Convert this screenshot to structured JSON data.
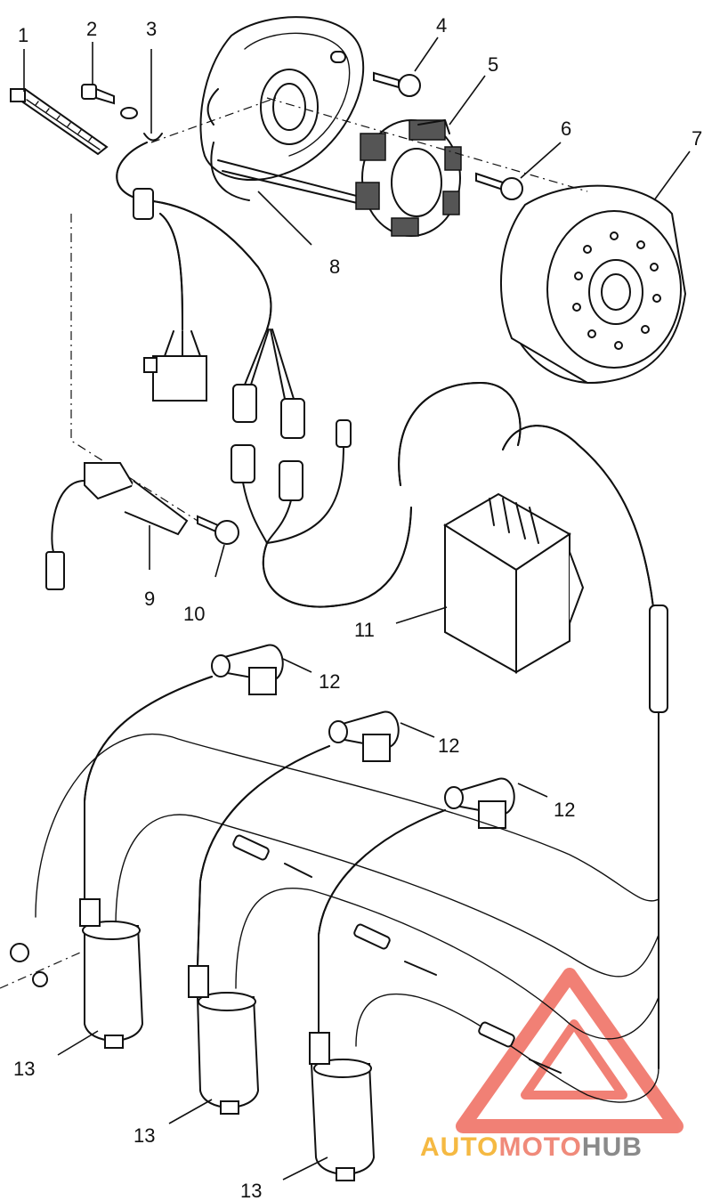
{
  "callouts": {
    "c1": "1",
    "c2": "2",
    "c3": "3",
    "c4": "4",
    "c5": "5",
    "c6": "6",
    "c7": "7",
    "c8": "8",
    "c9": "9",
    "c10": "10",
    "c11": "11",
    "c12a": "12",
    "c12b": "12",
    "c12c": "12",
    "c13a": "13",
    "c13b": "13",
    "c13c": "13"
  },
  "watermark": {
    "part1": "AUTO",
    "part2": "MOTO",
    "part3": "HUB",
    "colors": {
      "auto": "#f5b942",
      "moto": "#f08a7a",
      "hub": "#8a8a8a",
      "logo": "#ef6b5e"
    }
  }
}
